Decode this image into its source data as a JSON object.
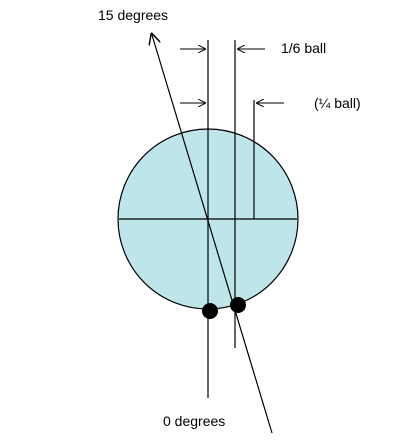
{
  "labels": {
    "fifteen_degrees": "15 degrees",
    "sixth_ball": "1/6 ball",
    "quarter_ball": "(¼ ball)",
    "zero_degrees": "0 degrees"
  },
  "colors": {
    "ball_fill": "#BEE6EA",
    "stroke": "#000000",
    "contact_points": "#000000"
  }
}
